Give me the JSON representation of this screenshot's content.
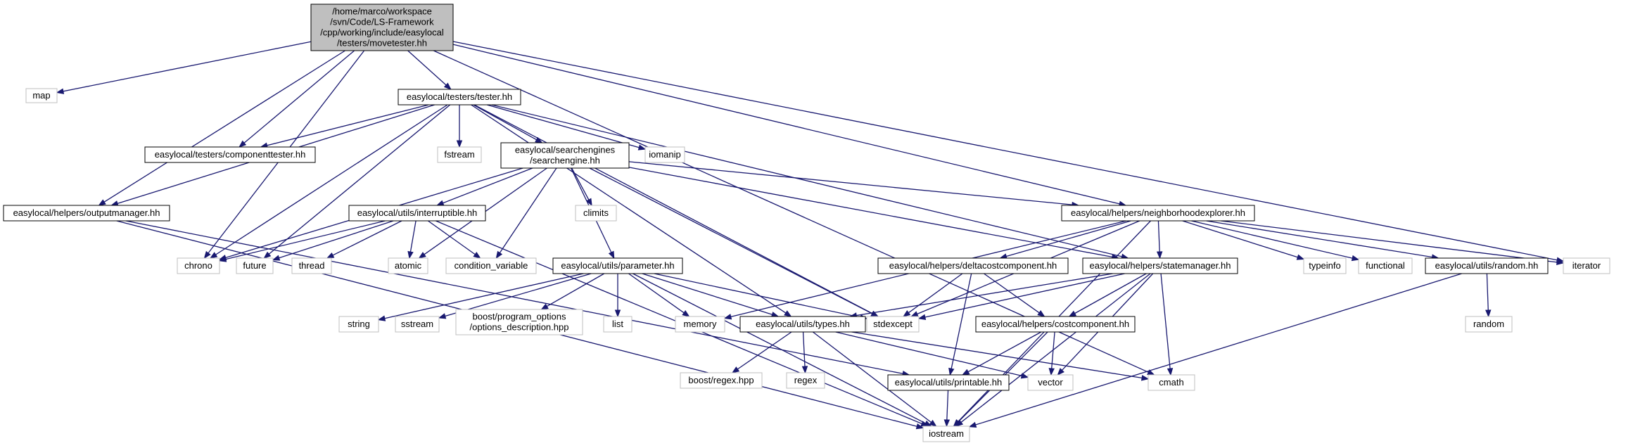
{
  "colors": {
    "edge": "#191970",
    "root_fill": "#bfbfbf",
    "root_stroke": "#000000",
    "internal_stroke": "#000000",
    "external_stroke": "#bfbfbf",
    "node_fill": "#ffffff"
  },
  "nodes": {
    "movetester": {
      "kind": "root",
      "lines": [
        "/home/marco/workspace",
        "/svn/Code/LS-Framework",
        "/cpp/working/include/easylocal",
        "/testers/movetester.hh"
      ]
    },
    "map": {
      "kind": "external",
      "lines": [
        "map"
      ]
    },
    "tester": {
      "kind": "internal",
      "lines": [
        "easylocal/testers/tester.hh"
      ]
    },
    "componenttester": {
      "kind": "internal",
      "lines": [
        "easylocal/testers/componenttester.hh"
      ]
    },
    "fstream": {
      "kind": "external",
      "lines": [
        "fstream"
      ]
    },
    "searchengine": {
      "kind": "internal",
      "lines": [
        "easylocal/searchengines",
        "/searchengine.hh"
      ]
    },
    "iomanip": {
      "kind": "external",
      "lines": [
        "iomanip"
      ]
    },
    "outputmanager": {
      "kind": "internal",
      "lines": [
        "easylocal/helpers/outputmanager.hh"
      ]
    },
    "interruptible": {
      "kind": "internal",
      "lines": [
        "easylocal/utils/interruptible.hh"
      ]
    },
    "climits": {
      "kind": "external",
      "lines": [
        "climits"
      ]
    },
    "neighborhoodexplorer": {
      "kind": "internal",
      "lines": [
        "easylocal/helpers/neighborhoodexplorer.hh"
      ]
    },
    "chrono": {
      "kind": "external",
      "lines": [
        "chrono"
      ]
    },
    "future": {
      "kind": "external",
      "lines": [
        "future"
      ]
    },
    "thread": {
      "kind": "external",
      "lines": [
        "thread"
      ]
    },
    "atomic": {
      "kind": "external",
      "lines": [
        "atomic"
      ]
    },
    "condition_variable": {
      "kind": "external",
      "lines": [
        "condition_variable"
      ]
    },
    "deltacostcomponent": {
      "kind": "internal",
      "lines": [
        "easylocal/helpers/deltacostcomponent.hh"
      ]
    },
    "statemanager": {
      "kind": "internal",
      "lines": [
        "easylocal/helpers/statemanager.hh"
      ]
    },
    "typeinfo": {
      "kind": "external",
      "lines": [
        "typeinfo"
      ]
    },
    "functional": {
      "kind": "external",
      "lines": [
        "functional"
      ]
    },
    "random_hh": {
      "kind": "internal",
      "lines": [
        "easylocal/utils/random.hh"
      ]
    },
    "iterator": {
      "kind": "external",
      "lines": [
        "iterator"
      ]
    },
    "parameter": {
      "kind": "internal",
      "lines": [
        "easylocal/utils/parameter.hh"
      ]
    },
    "string": {
      "kind": "external",
      "lines": [
        "string"
      ]
    },
    "sstream": {
      "kind": "external",
      "lines": [
        "sstream"
      ]
    },
    "options_description": {
      "kind": "external",
      "lines": [
        "boost/program_options",
        "/options_description.hpp"
      ]
    },
    "list": {
      "kind": "external",
      "lines": [
        "list"
      ]
    },
    "memory": {
      "kind": "external",
      "lines": [
        "memory"
      ]
    },
    "types": {
      "kind": "internal",
      "lines": [
        "easylocal/utils/types.hh"
      ]
    },
    "stdexcept": {
      "kind": "external",
      "lines": [
        "stdexcept"
      ]
    },
    "costcomponent": {
      "kind": "internal",
      "lines": [
        "easylocal/helpers/costcomponent.hh"
      ]
    },
    "random": {
      "kind": "external",
      "lines": [
        "random"
      ]
    },
    "regex_hpp": {
      "kind": "external",
      "lines": [
        "boost/regex.hpp"
      ]
    },
    "regex": {
      "kind": "external",
      "lines": [
        "regex"
      ]
    },
    "printable": {
      "kind": "internal",
      "lines": [
        "easylocal/utils/printable.hh"
      ]
    },
    "vector": {
      "kind": "external",
      "lines": [
        "vector"
      ]
    },
    "cmath": {
      "kind": "external",
      "lines": [
        "cmath"
      ]
    },
    "iostream": {
      "kind": "external",
      "lines": [
        "iostream"
      ]
    }
  },
  "edges": [
    [
      "movetester",
      "map"
    ],
    [
      "movetester",
      "tester"
    ],
    [
      "movetester",
      "componenttester"
    ],
    [
      "movetester",
      "outputmanager"
    ],
    [
      "movetester",
      "chrono"
    ],
    [
      "movetester",
      "neighborhoodexplorer"
    ],
    [
      "movetester",
      "iterator"
    ],
    [
      "movetester",
      "cmath"
    ],
    [
      "tester",
      "componenttester"
    ],
    [
      "tester",
      "fstream"
    ],
    [
      "tester",
      "searchengine"
    ],
    [
      "tester",
      "iomanip"
    ],
    [
      "tester",
      "outputmanager"
    ],
    [
      "tester",
      "chrono"
    ],
    [
      "tester",
      "future"
    ],
    [
      "tester",
      "types"
    ],
    [
      "tester",
      "stdexcept"
    ],
    [
      "tester",
      "statemanager"
    ],
    [
      "searchengine",
      "interruptible"
    ],
    [
      "searchengine",
      "climits"
    ],
    [
      "searchengine",
      "neighborhoodexplorer"
    ],
    [
      "searchengine",
      "chrono"
    ],
    [
      "searchengine",
      "atomic"
    ],
    [
      "searchengine",
      "condition_variable"
    ],
    [
      "searchengine",
      "parameter"
    ],
    [
      "searchengine",
      "stdexcept"
    ],
    [
      "searchengine",
      "statemanager"
    ],
    [
      "outputmanager",
      "printable"
    ],
    [
      "outputmanager",
      "iostream"
    ],
    [
      "interruptible",
      "chrono"
    ],
    [
      "interruptible",
      "future"
    ],
    [
      "interruptible",
      "thread"
    ],
    [
      "interruptible",
      "atomic"
    ],
    [
      "interruptible",
      "condition_variable"
    ],
    [
      "interruptible",
      "iostream"
    ],
    [
      "neighborhoodexplorer",
      "deltacostcomponent"
    ],
    [
      "neighborhoodexplorer",
      "statemanager"
    ],
    [
      "neighborhoodexplorer",
      "typeinfo"
    ],
    [
      "neighborhoodexplorer",
      "functional"
    ],
    [
      "neighborhoodexplorer",
      "random_hh"
    ],
    [
      "neighborhoodexplorer",
      "iterator"
    ],
    [
      "neighborhoodexplorer",
      "memory"
    ],
    [
      "neighborhoodexplorer",
      "stdexcept"
    ],
    [
      "neighborhoodexplorer",
      "iostream"
    ],
    [
      "parameter",
      "string"
    ],
    [
      "parameter",
      "sstream"
    ],
    [
      "parameter",
      "options_description"
    ],
    [
      "parameter",
      "list"
    ],
    [
      "parameter",
      "memory"
    ],
    [
      "parameter",
      "types"
    ],
    [
      "parameter",
      "stdexcept"
    ],
    [
      "parameter",
      "iostream"
    ],
    [
      "deltacostcomponent",
      "stdexcept"
    ],
    [
      "deltacostcomponent",
      "costcomponent"
    ],
    [
      "deltacostcomponent",
      "printable"
    ],
    [
      "statemanager",
      "types"
    ],
    [
      "statemanager",
      "stdexcept"
    ],
    [
      "statemanager",
      "costcomponent"
    ],
    [
      "statemanager",
      "vector"
    ],
    [
      "statemanager",
      "cmath"
    ],
    [
      "statemanager",
      "iostream"
    ],
    [
      "types",
      "regex_hpp"
    ],
    [
      "types",
      "regex"
    ],
    [
      "types",
      "vector"
    ],
    [
      "types",
      "cmath"
    ],
    [
      "types",
      "iostream"
    ],
    [
      "costcomponent",
      "printable"
    ],
    [
      "costcomponent",
      "vector"
    ],
    [
      "costcomponent",
      "iostream"
    ],
    [
      "random_hh",
      "random"
    ],
    [
      "random_hh",
      "iostream"
    ],
    [
      "printable",
      "iostream"
    ]
  ]
}
